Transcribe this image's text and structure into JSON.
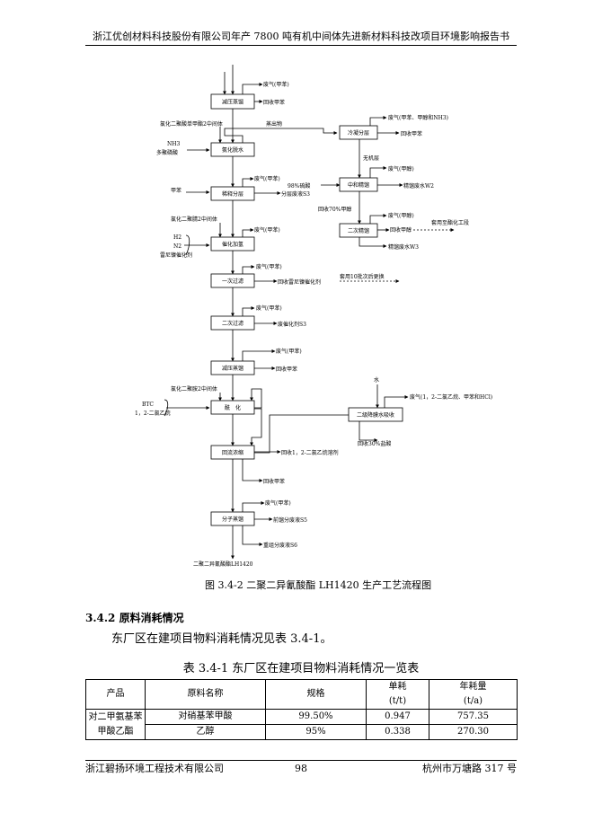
{
  "header": {
    "title": "浙江优创材料科技股份有限公司年产 7800 吨有机中间体先进新材料科技改项目环境影响报告书"
  },
  "flow": {
    "boxes": {
      "b1": "减压蒸馏",
      "b2": "氨化脱水",
      "b3": "稀释分层",
      "b4": "催化加氢",
      "b5": "一次过滤",
      "b6": "二次过滤",
      "b7": "减压蒸馏",
      "b8": "酰　化",
      "b9": "回流浓缩",
      "b10": "分子蒸馏",
      "r1": "冷凝分层",
      "r2": "中和精馏",
      "r3": "二次精馏",
      "r4": "二级降膜水吸收"
    },
    "labels": {
      "wg1": "废气(甲苯)",
      "rec1": "回收甲苯",
      "in_amide": "氯化二聚酸单甲酯2中间体",
      "steam": "蒸出物",
      "nh3": "NH3",
      "polyp": "多聚磷酸",
      "wg_r1": "废气(甲苯、甲醇和NH3)",
      "rec_r1": "回收甲苯",
      "inorg": "无机层",
      "wg_r2": "废气(甲醇)",
      "w2": "精馏废水W2",
      "h2so4": "98%硫酸",
      "wg3": "废气(甲苯)",
      "s3a": "分层废液S3",
      "toluene": "甲苯",
      "rec_meoh": "回收70%甲醇",
      "wg_r3": "废气(甲醇)",
      "rec_r3": "回收甲醇",
      "reuse_r3": "套用至酯化工段",
      "w3": "精馏废水W3",
      "in_nitrile": "氯化二聚腈2中间体",
      "h2": "H2",
      "n2": "N2",
      "raney": "雷尼镍催化剂",
      "wg4": "废气(甲苯)",
      "wg5": "废气(甲苯)",
      "rec_raney": "回收雷尼镍催化剂",
      "reuse_raney": "套用10批次后更换",
      "wg6": "废气(甲苯)",
      "spent_cat": "废催化剂S3",
      "wg7": "废气(甲苯)",
      "rec7": "回收甲苯",
      "in_amine": "氯化二聚胺2中间体",
      "btc": "BTC",
      "dce": "1，2-二氯乙烷",
      "water": "水",
      "wg_r4": "废气(1，2-二氯乙烷、甲苯和HCl)",
      "hcl": "回收30%盐酸",
      "rec_dce": "回收1，2-二氯乙烷溶剂",
      "rec9": "回收甲苯",
      "wg10": "废气(甲苯)",
      "s5": "前馏分废液S5",
      "s6": "重组分废液S6",
      "product": "二聚二异氰酸酯LH1420"
    }
  },
  "figure_caption": "图 3.4-2 二聚二异氰酸酯 LH1420 生产工艺流程图",
  "section_title": "3.4.2 原料消耗情况",
  "paragraph": "东厂区在建项目物料消耗情况见表 3.4-1。",
  "table_caption": "表 3.4-1 东厂区在建项目物料消耗情况一览表",
  "table": {
    "headers": {
      "product": "产品",
      "material": "原料名称",
      "spec": "规格",
      "unit": "单耗",
      "unit_u": "(t/t)",
      "annual": "年耗量",
      "annual_u": "(t/a)"
    },
    "product": "对二甲氨基苯甲酸乙酯",
    "rows": [
      {
        "material": "对硝基苯甲酸",
        "spec": "99.50%",
        "unit": "0.947",
        "annual": "757.35"
      },
      {
        "material": "乙醇",
        "spec": "95%",
        "unit": "0.338",
        "annual": "270.30"
      }
    ]
  },
  "footer": {
    "left": "浙江碧扬环境工程技术有限公司",
    "page": "98",
    "right": "杭州市万塘路 317 号"
  }
}
